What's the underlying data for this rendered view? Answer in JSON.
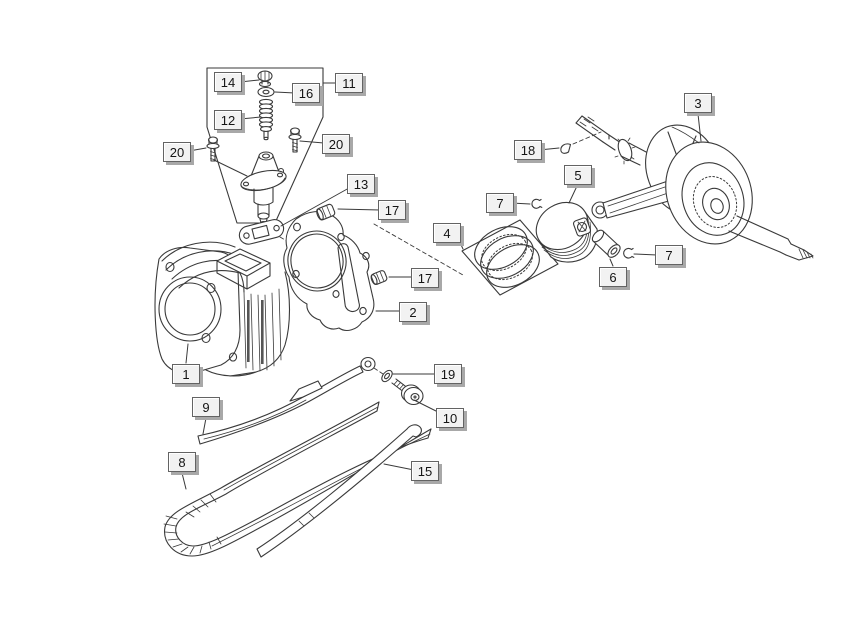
{
  "diagram": {
    "callout_labels": {
      "1": "1",
      "2": "2",
      "3": "3",
      "4": "4",
      "5": "5",
      "6": "6",
      "7": "7",
      "8": "8",
      "9": "9",
      "10": "10",
      "11": "11",
      "12": "12",
      "13": "13",
      "14": "14",
      "15": "15",
      "16": "16",
      "17": "17",
      "18": "18",
      "19": "19",
      "20": "20"
    },
    "colors": {
      "background": "#ffffff",
      "line": "#3a3a3a",
      "callout_face": "#f2f2f2",
      "callout_border": "#636363",
      "callout_shadow": "#a8a8a8",
      "callout_text": "#141414"
    }
  }
}
